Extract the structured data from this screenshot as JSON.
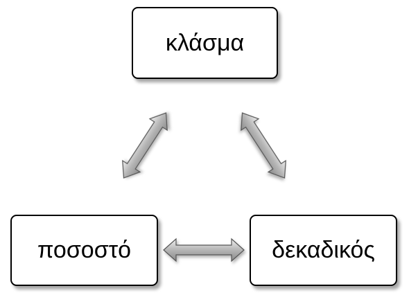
{
  "diagram": {
    "nodes": {
      "top": "κλάσμα",
      "left": "ποσοστό",
      "right": "δεκαδικός"
    },
    "arrow_style": "double-headed"
  },
  "colors": {
    "node_border": "#000000",
    "node_fill": "#ffffff",
    "arrow_fill_light": "#e8e8e8",
    "arrow_fill_dark": "#8c8c8c",
    "arrow_stroke": "#555555"
  }
}
